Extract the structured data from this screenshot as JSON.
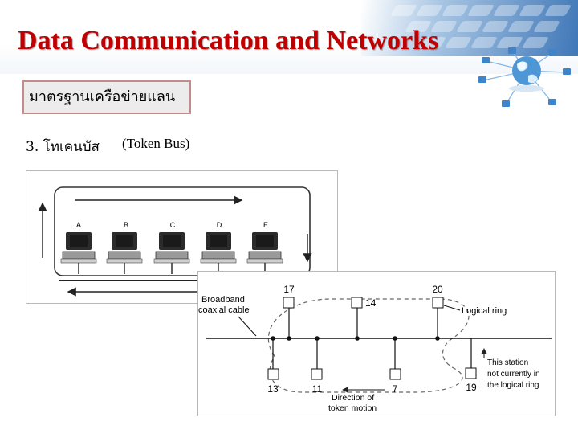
{
  "slide": {
    "title": "Data Communication and Networks",
    "subtitle": "มาตรฐานเครือข่ายแลน",
    "item_label": "3. โทเคนบัส",
    "item_english": "(Token Bus)"
  },
  "figure_top": {
    "stations": [
      "A",
      "B",
      "C",
      "D",
      "E"
    ]
  },
  "figure_bottom": {
    "cable_label_line1": "Broadband",
    "cable_label_line2": "coaxial cable",
    "ring_label": "Logical ring",
    "top_nodes": [
      "17",
      "14",
      "20"
    ],
    "bottom_nodes": [
      "13",
      "11",
      "7",
      "19"
    ],
    "direction_line1": "Direction of",
    "direction_line2": "token motion",
    "note_line1": "This station",
    "note_line2": "not currently in",
    "note_line3": "the logical ring"
  },
  "colors": {
    "title": "#c00000",
    "subtitle_border": "#c38b8b",
    "subtitle_bg": "#ececec"
  },
  "icons": [
    "keyboard-background",
    "globe-network-icon",
    "computer-icon"
  ]
}
